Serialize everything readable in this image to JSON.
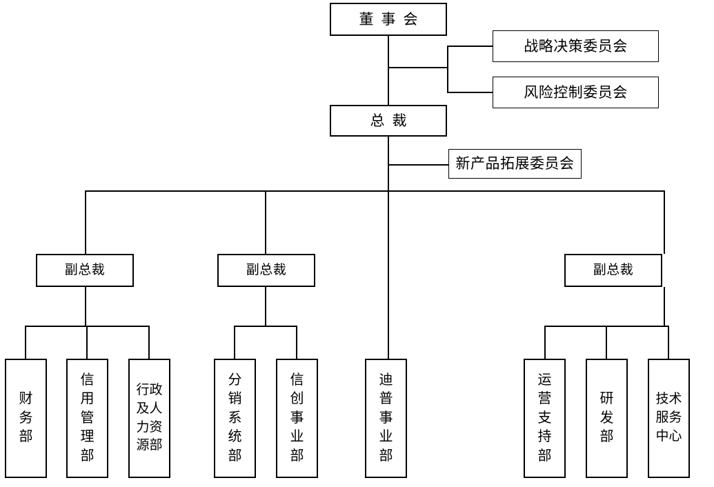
{
  "chart": {
    "type": "org-chart",
    "title": "",
    "orientation": "top-down",
    "background_color": "#ffffff",
    "line_color": "#000000",
    "text_color": "#000000"
  },
  "nodes": {
    "board": {
      "label": "董事会",
      "level": "board",
      "text_layout": "horizontal-spaced"
    },
    "strategy_committee": {
      "label": "战略决策委员会",
      "level": "committee",
      "text_layout": "horizontal"
    },
    "risk_committee": {
      "label": "风险控制委员会",
      "level": "committee",
      "text_layout": "horizontal"
    },
    "president": {
      "label": "总裁",
      "level": "executive",
      "text_layout": "horizontal-spaced"
    },
    "new_product_committee": {
      "label": "新产品拓展委员会",
      "level": "committee",
      "text_layout": "horizontal"
    },
    "vp_1": {
      "label": "副总裁",
      "level": "vice-president",
      "text_layout": "horizontal"
    },
    "vp_2": {
      "label": "副总裁",
      "level": "vice-president",
      "text_layout": "horizontal"
    },
    "vp_3": {
      "label": "副总裁",
      "level": "vice-president",
      "text_layout": "horizontal"
    },
    "finance_dept": {
      "label": "财\n务\n部",
      "level": "department",
      "text_layout": "vertical-1col"
    },
    "credit_mgmt_dept": {
      "label": "信\n用\n管\n理\n部",
      "level": "department",
      "text_layout": "vertical-1col"
    },
    "admin_hr_dept": {
      "label": "行政\n及人\n力资\n源部",
      "level": "department",
      "text_layout": "vertical-2col"
    },
    "distribution_dept": {
      "label": "分\n销\n系\n统\n部",
      "level": "department",
      "text_layout": "vertical-1col"
    },
    "xinchuang_dept": {
      "label": "信\n创\n事\n业\n部",
      "level": "department",
      "text_layout": "vertical-1col"
    },
    "dptech_dept": {
      "label": "迪\n普\n事\n业\n部",
      "level": "department",
      "text_layout": "vertical-1col"
    },
    "operations_dept": {
      "label": "运\n营\n支\n持\n部",
      "level": "department",
      "text_layout": "vertical-1col"
    },
    "rnd_dept": {
      "label": "研\n发\n部",
      "level": "department",
      "text_layout": "vertical-1col"
    },
    "tech_service_center": {
      "label": "技术\n服务\n中心",
      "level": "department",
      "text_layout": "vertical-2col"
    }
  },
  "hierarchy": {
    "root": "board",
    "edges": [
      {
        "from": "board",
        "to": "strategy_committee"
      },
      {
        "from": "board",
        "to": "risk_committee"
      },
      {
        "from": "board",
        "to": "president"
      },
      {
        "from": "president",
        "to": "new_product_committee"
      },
      {
        "from": "president",
        "to": "vp_1"
      },
      {
        "from": "president",
        "to": "vp_2"
      },
      {
        "from": "president",
        "to": "vp_3"
      },
      {
        "from": "president",
        "to": "dptech_dept"
      },
      {
        "from": "vp_1",
        "to": "finance_dept"
      },
      {
        "from": "vp_1",
        "to": "credit_mgmt_dept"
      },
      {
        "from": "vp_1",
        "to": "admin_hr_dept"
      },
      {
        "from": "vp_2",
        "to": "distribution_dept"
      },
      {
        "from": "vp_2",
        "to": "xinchuang_dept"
      },
      {
        "from": "vp_3",
        "to": "operations_dept"
      },
      {
        "from": "vp_3",
        "to": "rnd_dept"
      },
      {
        "from": "vp_3",
        "to": "tech_service_center"
      }
    ]
  }
}
